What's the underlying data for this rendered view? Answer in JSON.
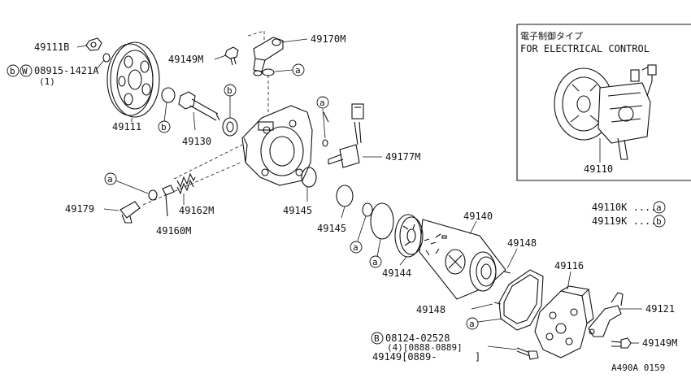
{
  "diagram": {
    "ref_code": "A490A 0159",
    "inset": {
      "title_jp": "電子制御タイプ",
      "title_en": "FOR ELECTRICAL CONTROL",
      "part": "49110"
    },
    "legend": [
      {
        "part": "49110K .....",
        "mark": "a"
      },
      {
        "part": "49119K .....",
        "mark": "b"
      }
    ],
    "labels": {
      "p49111B": "49111B",
      "p08915": "08915-1421A",
      "p08915_qty": "(1)",
      "mark_b": "b",
      "mark_w": "W",
      "p49111": "49111",
      "p49149M_top": "49149M",
      "p49170M": "49170M",
      "p49130": "49130",
      "p49177M": "49177M",
      "p49179": "49179",
      "p49160M": "49160M",
      "p49162M": "49162M",
      "p49145_a": "49145",
      "p49145_b": "49145",
      "p49140": "49140",
      "p49144": "49144",
      "p49148_a": "49148",
      "p49148_b": "49148",
      "p49116": "49116",
      "p49121": "49121",
      "p49149M_right": "49149M",
      "mark_B": "B",
      "p08124": "08124-02528",
      "p08124_qty": "(4)[0888-0889]",
      "p49149_bottom": "49149[0889-",
      "p49149_bracket": "]"
    },
    "callouts": {
      "a1": "a",
      "a2": "a",
      "a3": "a",
      "a4": "a",
      "a5": "a",
      "a6": "a",
      "b1": "b",
      "b2": "b"
    }
  }
}
